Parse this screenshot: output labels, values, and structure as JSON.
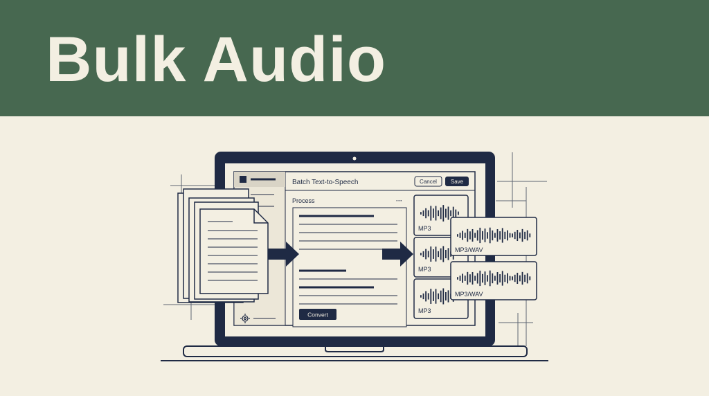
{
  "banner": {
    "title": "Bulk Audio"
  },
  "app": {
    "title": "Batch Text-to-Speech",
    "cancel_label": "Cancel",
    "save_label": "Save",
    "section_label": "Process",
    "more_label": "···",
    "convert_label": "Convert"
  },
  "outputs": {
    "mp3_labels": [
      "MP3",
      "MP3",
      "MP3"
    ],
    "mixed_labels": [
      "MP3/WAV",
      "MP3/WAV"
    ]
  },
  "colors": {
    "banner": "#476850",
    "background": "#f3efe2",
    "ink": "#1f2a44"
  },
  "icons": [
    "gear-icon",
    "arrow-right-icon",
    "waveform-icon",
    "document-icon"
  ]
}
